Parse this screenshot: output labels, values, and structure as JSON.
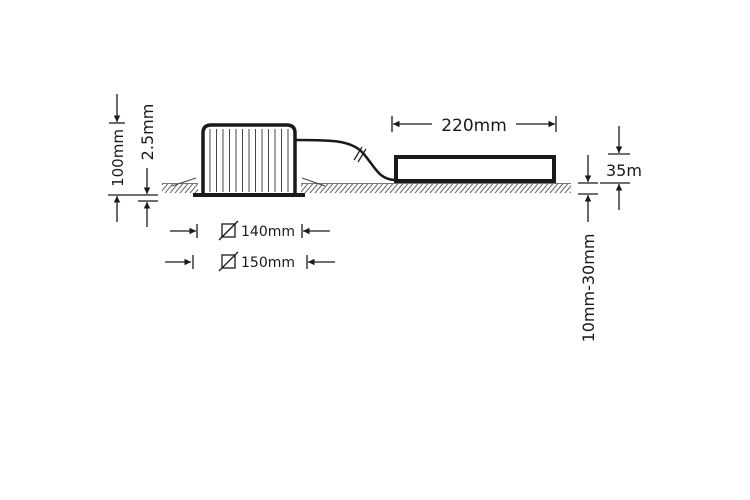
{
  "diagram": {
    "title": "Recessed downlight installation dimensions",
    "labels": {
      "height_total": "100mm",
      "flange_height": "2.5mm",
      "cutout_diameter": "140mm",
      "outer_diameter": "150mm",
      "driver_length": "220mm",
      "driver_height": "35m",
      "ceiling_thickness": "10mm-30mm"
    },
    "colors": {
      "line": "#1a1a1a",
      "hatch": "#555555",
      "background": "#ffffff"
    }
  }
}
